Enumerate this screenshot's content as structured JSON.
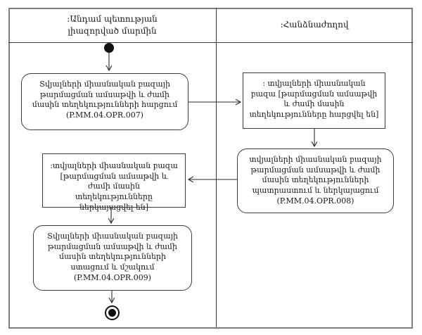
{
  "diagram": {
    "kind": "uml-activity-diagram",
    "lanes": {
      "authorized_body": {
        "title": ":Անդամ պետության լիազորված մարմին"
      },
      "commission": {
        "title": ":Հանձնաժողով"
      }
    },
    "nodes": {
      "start": {
        "type": "initial",
        "lane": "authorized_body"
      },
      "request_info": {
        "type": "action",
        "lane": "authorized_body",
        "label": "Տվյալների միասնական բազայի թարմացման ամսաթվի և ժամի մասին տեղեկությունների հարցում (P.MM.04.OPR.007)"
      },
      "db_requested": {
        "type": "object",
        "lane": "commission",
        "label": ": տվյալների միասնական բազա [թարմացման ամսաթվի և ժամի մասին տեղեկությունները հարցվել են]"
      },
      "prepare_submit": {
        "type": "action",
        "lane": "commission",
        "label": "տվյալների միասնական բազայի թարմացման ամսաթվի և ժամի մասին տեղեկությունների պատրաստում և ներկայացում (P.MM.04.OPR.008)"
      },
      "db_submitted": {
        "type": "object",
        "lane": "authorized_body",
        "label": ":տվյալների միասնական բազա [թարմացման ամսաթվի և ժամի մասին տեղեկությունները ներկայացվել են]"
      },
      "receive_process": {
        "type": "action",
        "lane": "authorized_body",
        "label": "Տվյալների միասնական բազայի թարմացման ամսաթվի և ժամի մասին տեղեկությունների ստացում և մշակում (P.MM.04.OPR.009)"
      },
      "end": {
        "type": "final",
        "lane": "authorized_body"
      }
    },
    "edges": [
      {
        "from": "start",
        "to": "request_info"
      },
      {
        "from": "request_info",
        "to": "db_requested"
      },
      {
        "from": "db_requested",
        "to": "prepare_submit"
      },
      {
        "from": "prepare_submit",
        "to": "db_submitted"
      },
      {
        "from": "db_submitted",
        "to": "receive_process"
      },
      {
        "from": "receive_process",
        "to": "end"
      }
    ],
    "colors": {
      "background": "#ffffff",
      "frame_border": "#7f7f7f",
      "node_border": "#3c3c3c",
      "line": "#2b2b2b",
      "text": "#1a1a1a"
    }
  }
}
